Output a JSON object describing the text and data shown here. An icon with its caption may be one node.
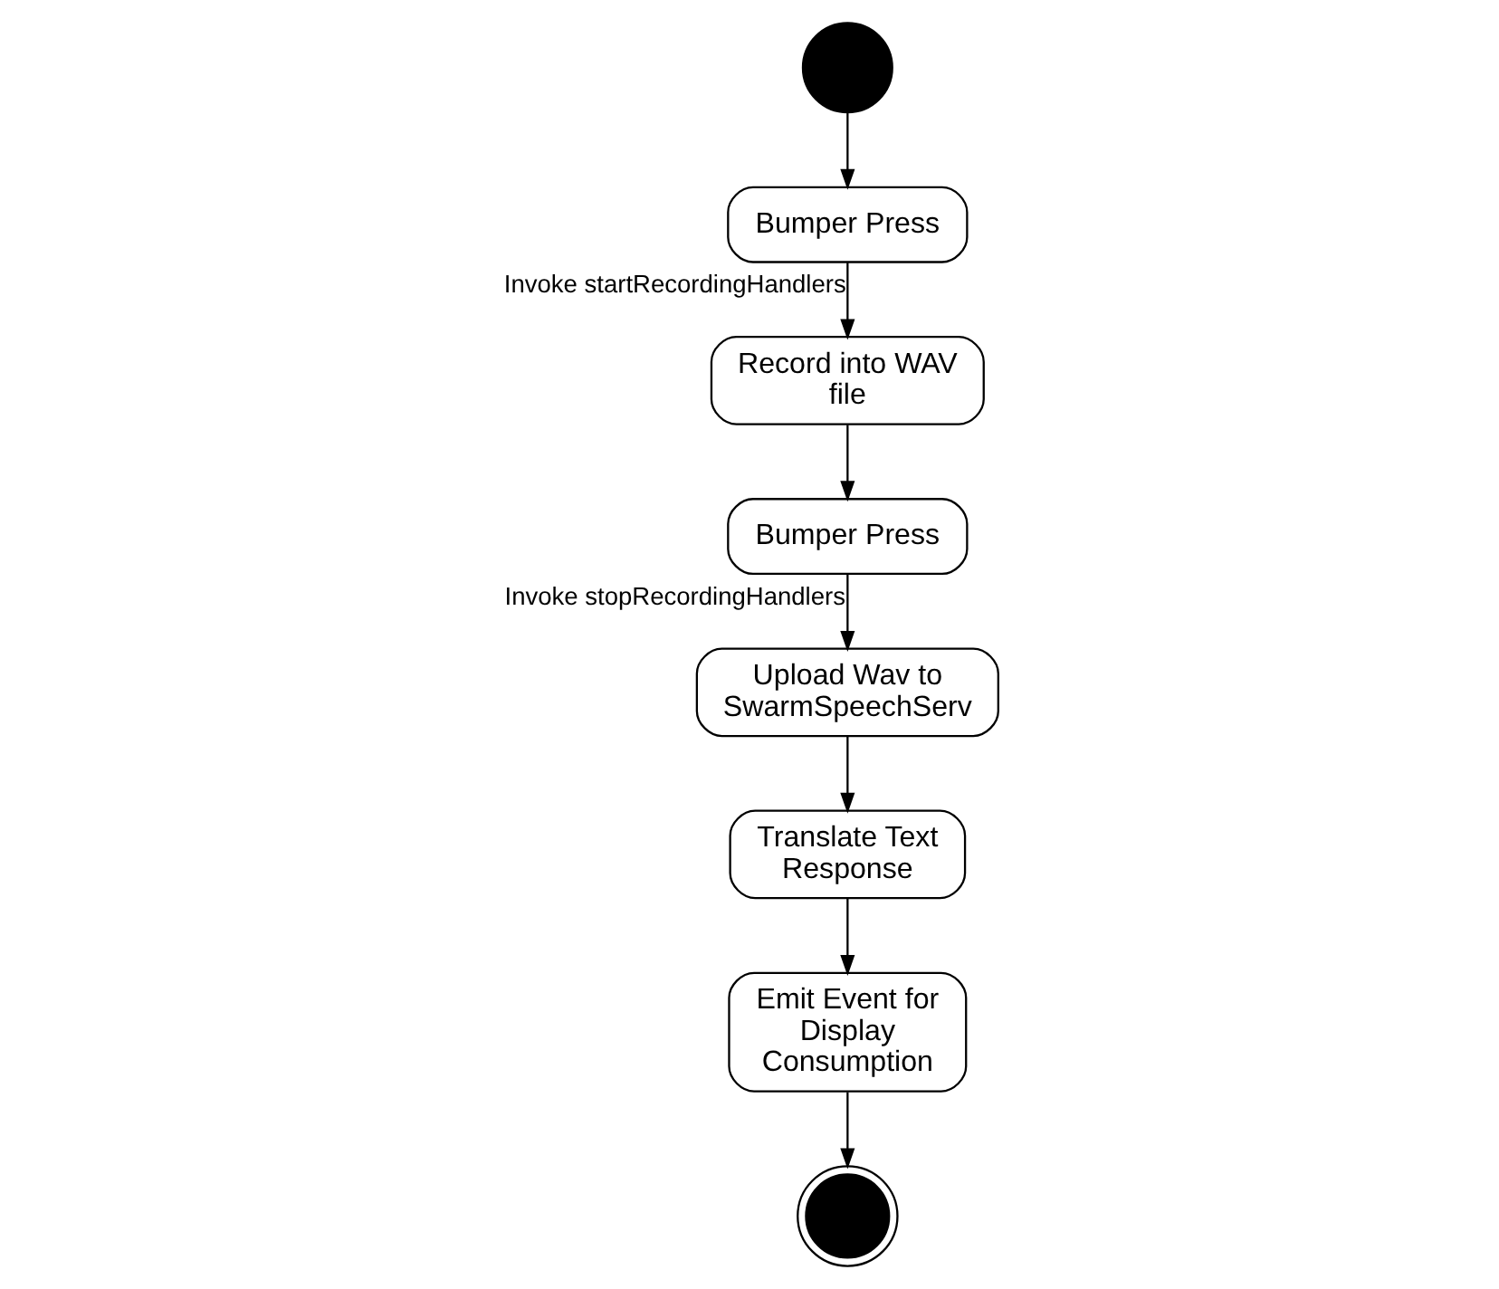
{
  "diagram": {
    "nodes": [
      {
        "text": [],
        "shape": "circle"
      },
      {
        "text": [
          "Bumper Press"
        ]
      },
      {
        "text": [
          "Record into WAV file"
        ]
      },
      {
        "text": [
          "Bumper Press"
        ]
      },
      {
        "text": [
          "Upload Wav to SwarmSpeechServ"
        ]
      },
      {
        "text": [
          "Translate Text Response"
        ]
      },
      {
        "text": [
          "Emit Event for Display Consumption"
        ]
      },
      {
        "text": [],
        "shape": "circle"
      }
    ],
    "edges": [
      {
        "from": 0,
        "to": 1,
        "arrow": "to"
      },
      {
        "from": 1,
        "to": 2,
        "arrow": "to",
        "label": "Invoke startRecordingHandlers"
      },
      {
        "from": 2,
        "to": 3,
        "arrow": "to"
      },
      {
        "from": 3,
        "to": 4,
        "arrow": "to",
        "label": "Invoke stopRecordingHandlers"
      },
      {
        "from": 4,
        "to": 5,
        "arrow": "to"
      },
      {
        "from": 5,
        "to": 6,
        "arrow": "to"
      },
      {
        "from": 6,
        "to": 7,
        "arrow": "to"
      }
    ]
  }
}
